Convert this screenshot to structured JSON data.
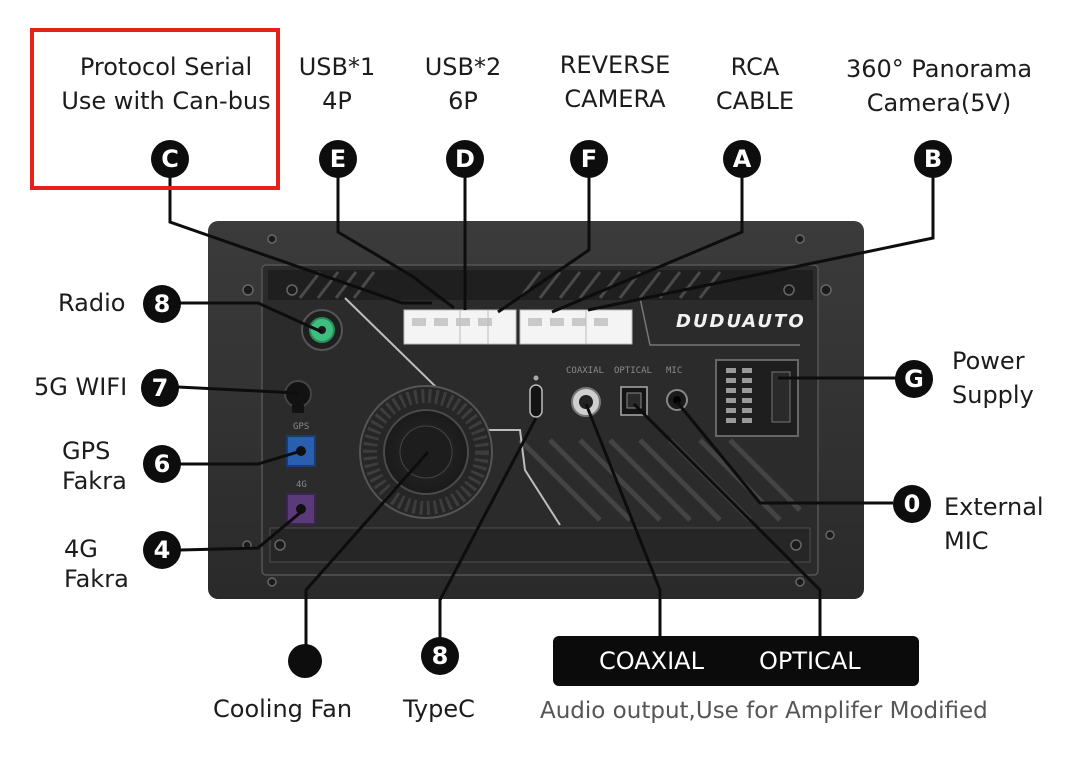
{
  "labels": {
    "protocol_line1": "Protocol Serial",
    "protocol_line2": "Use with Can-bus",
    "usb1_line1": "USB*1",
    "usb1_line2": "4P",
    "usb2_line1": "USB*2",
    "usb2_line2": "6P",
    "reverse_line1": "REVERSE",
    "reverse_line2": "CAMERA",
    "rca_line1": "RCA",
    "rca_line2": "CABLE",
    "panorama_line1": "360° Panorama",
    "panorama_line2": "Camera(5V)",
    "radio": "Radio",
    "wifi": "5G WIFI",
    "gps_line1": "GPS",
    "gps_line2": "Fakra",
    "fakra4g_line1": "4G",
    "fakra4g_line2": "Fakra",
    "power_line1": "Power",
    "power_line2": "Supply",
    "mic_line1": "External",
    "mic_line2": "MIC",
    "cooling_fan": "Cooling Fan",
    "typec": "TypeC",
    "coaxial": "COAXIAL",
    "optical": "OPTICAL",
    "audio_note": "Audio output,Use for Amplifer Modified"
  },
  "badges": {
    "c": "C",
    "e": "E",
    "d": "D",
    "f": "F",
    "a": "A",
    "b": "B",
    "g": "G",
    "radio": "8",
    "wifi": "7",
    "gps": "6",
    "fakra4g": "4",
    "mic": "0",
    "typec": "8",
    "fan": ""
  },
  "device": {
    "brand": "DUDUAUTO",
    "port_text_coaxial": "COAXIAL",
    "port_text_optical": "OPTICAL",
    "port_text_mic": "MIC",
    "port_text_gps": "GPS",
    "port_text_4g": "4G"
  },
  "colors": {
    "highlight": "#e8201c",
    "radio_port": "#3fbf7f",
    "gps_port": "#2a5fb0",
    "fakra4g_port": "#5a3a78"
  }
}
